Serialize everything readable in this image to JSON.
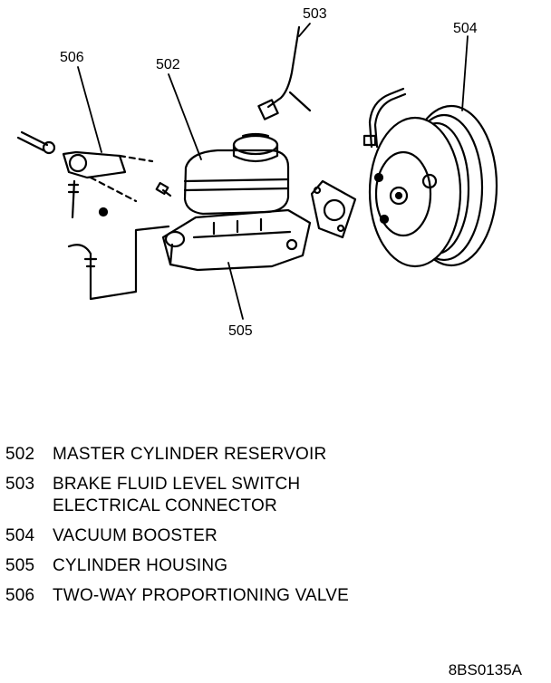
{
  "diagram": {
    "callouts": [
      "502",
      "503",
      "504",
      "505",
      "506"
    ]
  },
  "legend": [
    {
      "number": "502",
      "lines": [
        "MASTER CYLINDER RESERVOIR"
      ]
    },
    {
      "number": "503",
      "lines": [
        "BRAKE FLUID LEVEL SWITCH",
        "ELECTRICAL CONNECTOR"
      ]
    },
    {
      "number": "504",
      "lines": [
        "VACUUM BOOSTER"
      ]
    },
    {
      "number": "505",
      "lines": [
        "CYLINDER HOUSING"
      ]
    },
    {
      "number": "506",
      "lines": [
        "TWO-WAY PROPORTIONING VALVE"
      ]
    }
  ],
  "figure_id": "8BS0135A"
}
